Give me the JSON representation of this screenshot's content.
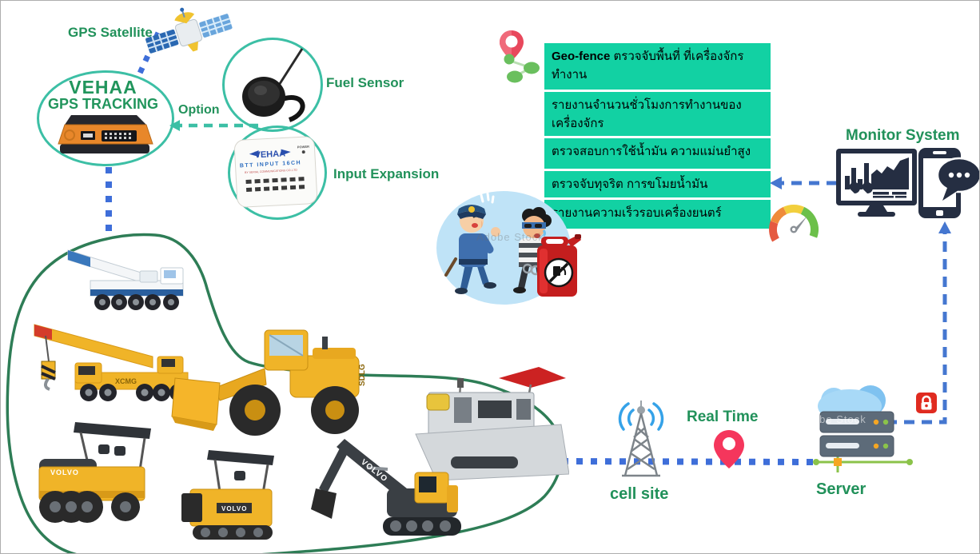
{
  "labels": {
    "gps_satellite": "GPS Satellite",
    "option": "Option",
    "fuel_sensor": "Fuel Sensor",
    "input_expansion": "Input Expansion",
    "monitor_system": "Monitor System",
    "real_time": "Real Time",
    "cell_site": "cell site",
    "server": "Server"
  },
  "tracker": {
    "line1": "VEHAA",
    "line2": "GPS TRACKING"
  },
  "features": [
    {
      "prefix": "Geo-fence ",
      "text": "ตรวจจับพื้นที่ ที่เครื่องจักรทำงาน"
    },
    {
      "prefix": "",
      "text": "รายงานจำนวนชั่วโมงการทำงานของเครื่องจักร"
    },
    {
      "prefix": "",
      "text": "ตรวจสอบการใช้น้ำมัน ความแม่นยำสูง"
    },
    {
      "prefix": "",
      "text": "ตรวจจับทุจริต การขโมยน้ำมัน"
    },
    {
      "prefix": "",
      "text": "รายงานความเร็วรอบเครื่องยนตร์"
    }
  ],
  "input_device": {
    "brand": "VEHAA",
    "model": "BTT INPUT 16CH",
    "power": "POWER"
  },
  "machines": {
    "crane_brand": "XCMG",
    "loader_brand": "SDLG",
    "roller_brand": "VOLVO",
    "paver_brand": "VOLVO",
    "excavator_brand": "VOLVO"
  },
  "watermark": "Adobe Stock",
  "colors": {
    "label_green": "#21915a",
    "box_green": "#12d1a3",
    "blob_outline": "#2e7d56",
    "circle_teal": "#3cbfa5",
    "dot_blue": "#3e6ed9",
    "dash_blue": "#4577d0",
    "lock_red": "#e02b20",
    "pin_pink": "#f5365c",
    "machine_yellow": "#f0b428",
    "monitor_navy": "#252e42"
  }
}
